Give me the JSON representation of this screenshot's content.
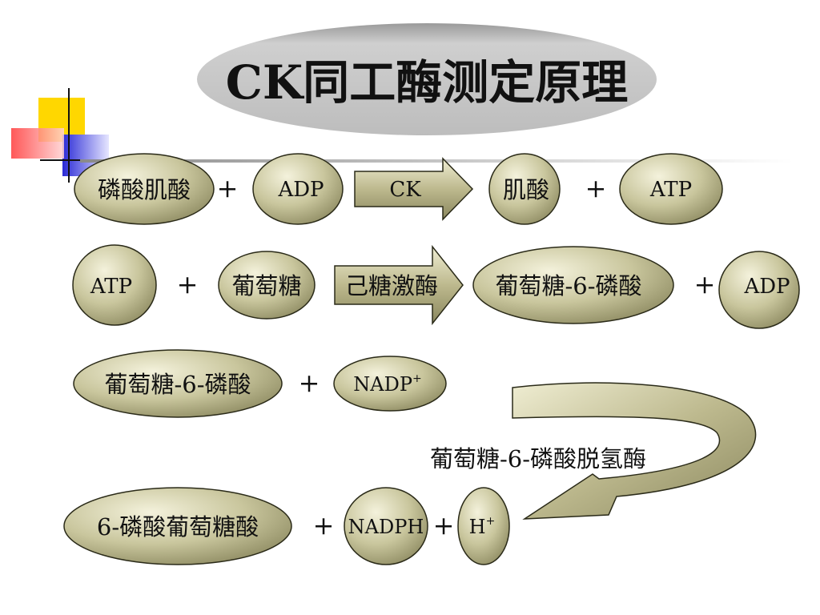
{
  "title": "CK同工酶测定原理",
  "colors": {
    "node_fill": "#b5b38a",
    "node_highlight": "#f4f2dc",
    "node_stroke": "#2a2a18",
    "title_oval": "#c4c4c4",
    "deco_yellow": "#ffd700",
    "deco_red": "#ff4d4d",
    "deco_blue": "#2b2bd6"
  },
  "reactions": [
    {
      "substrates": [
        "磷酸肌酸",
        "ADP"
      ],
      "plus1": "+",
      "enzyme": "CK",
      "products": [
        "肌酸",
        "ATP"
      ],
      "plus2": "+"
    },
    {
      "substrates": [
        "ATP",
        "葡萄糖"
      ],
      "plus1": "+",
      "enzyme": "己糖激酶",
      "products": [
        "葡萄糖-6-磷酸",
        "ADP"
      ],
      "plus2": "+"
    },
    {
      "substrates": [
        "葡萄糖-6-磷酸",
        "NADP",
        "+"
      ],
      "plus1": "+",
      "enzyme": "葡萄糖-6-磷酸脱氢酶",
      "products": [
        "6-磷酸葡萄糖酸",
        "NADPH",
        "H",
        "+"
      ],
      "plus2": "+",
      "plus3": "+"
    }
  ]
}
